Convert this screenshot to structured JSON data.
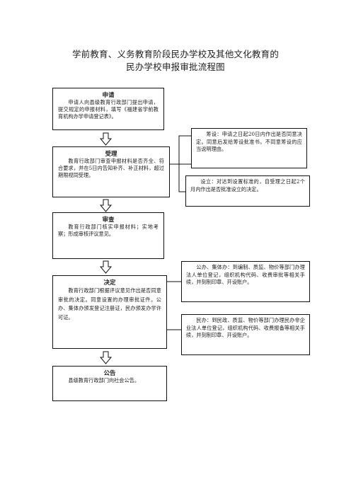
{
  "title_line1": "学前教育、义务教育阶段民办学校及其他文化教育的",
  "title_line2": "民办学校申报审批流程图",
  "steps": [
    {
      "head": "申请",
      "body": "申请人向县级教育行政部门提出申请，提交规定的申报材料，填写《福建省学前教育机构办学申请登记表》。"
    },
    {
      "head": "受理",
      "body": "教育行政部门审查申报材料是否齐全、符合要求，并在5日内告知补齐、补正材料，超过期限视同受理。"
    },
    {
      "head": "审查",
      "body": "教育行政部门核实申报材料；实地考察；形成审核评议意见。"
    },
    {
      "head": "决定",
      "body": "教育行政部门根据评议意见作出是否同意审批的决定。同意设置的办理审批证件。公办、集体办颁发登记注册证，民办颁发办学许可证。"
    },
    {
      "head": "公告",
      "body": "县级教育行政部门向社会公告。"
    }
  ],
  "notes": {
    "prepare": "筹设：申请之日起20日内作出是否同意决定。同意后发给筹设批准书。不同意筹设的应当说明理由。",
    "establish": "设立：对达到设置标准的，自受理之日起2个月内作出是否批准设立的决定。",
    "public": "公办、集体办：到编制、质监、物价等部门办理法人单位登记，组织机构代码、收费审批等相关手续，并刻制印章、开设账户。",
    "private": "民办：到民政、质监、物价等部门办理民办非企业法人单位登记，组织机构代码、收费报备等相关手续，并刻制印章、开设账户。"
  }
}
